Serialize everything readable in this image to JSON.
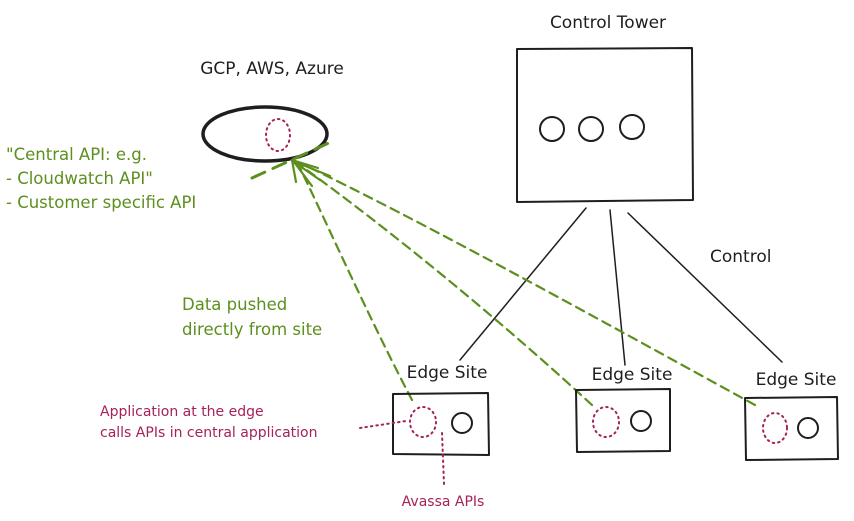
{
  "cloud": {
    "label": "GCP, AWS, Azure"
  },
  "control_tower": {
    "label": "Control Tower"
  },
  "control": {
    "label": "Control"
  },
  "central_api": {
    "line1": "\"Central API: e.g.",
    "line2": "- Cloudwatch API\"",
    "line3": "- Customer specific API"
  },
  "data_pushed": {
    "line1": "Data pushed",
    "line2": "directly from site"
  },
  "edge_sites": [
    {
      "label": "Edge Site"
    },
    {
      "label": "Edge Site"
    },
    {
      "label": "Edge Site"
    }
  ],
  "application_note": {
    "line1": "Application at the edge",
    "line2": "calls APIs in central application"
  },
  "avassa_apis": {
    "label": "Avassa APIs"
  },
  "colors": {
    "ink": "#1e1e1e",
    "green": "#5c8f1e",
    "pink": "#a5225a",
    "background": "#ffffff"
  }
}
